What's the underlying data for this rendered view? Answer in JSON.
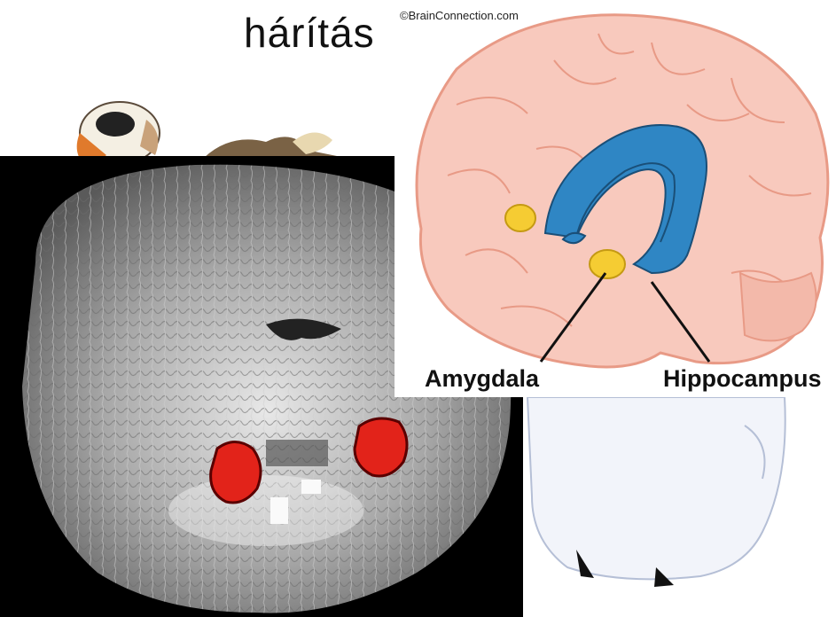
{
  "slide": {
    "title_fragment": "hárítás"
  },
  "brain_diagram": {
    "copyright": "©BrainConnection.com",
    "labels": {
      "amygdala": "Amygdala",
      "hippocampus": "Hippocampus"
    },
    "colors": {
      "cortex": "#f8c9bd",
      "cortex_outline": "#e89a86",
      "hippocampus": "#2f86c4",
      "amygdala": "#f5cc33"
    }
  },
  "mri_scan": {
    "highlight_color": "#e2231a"
  }
}
